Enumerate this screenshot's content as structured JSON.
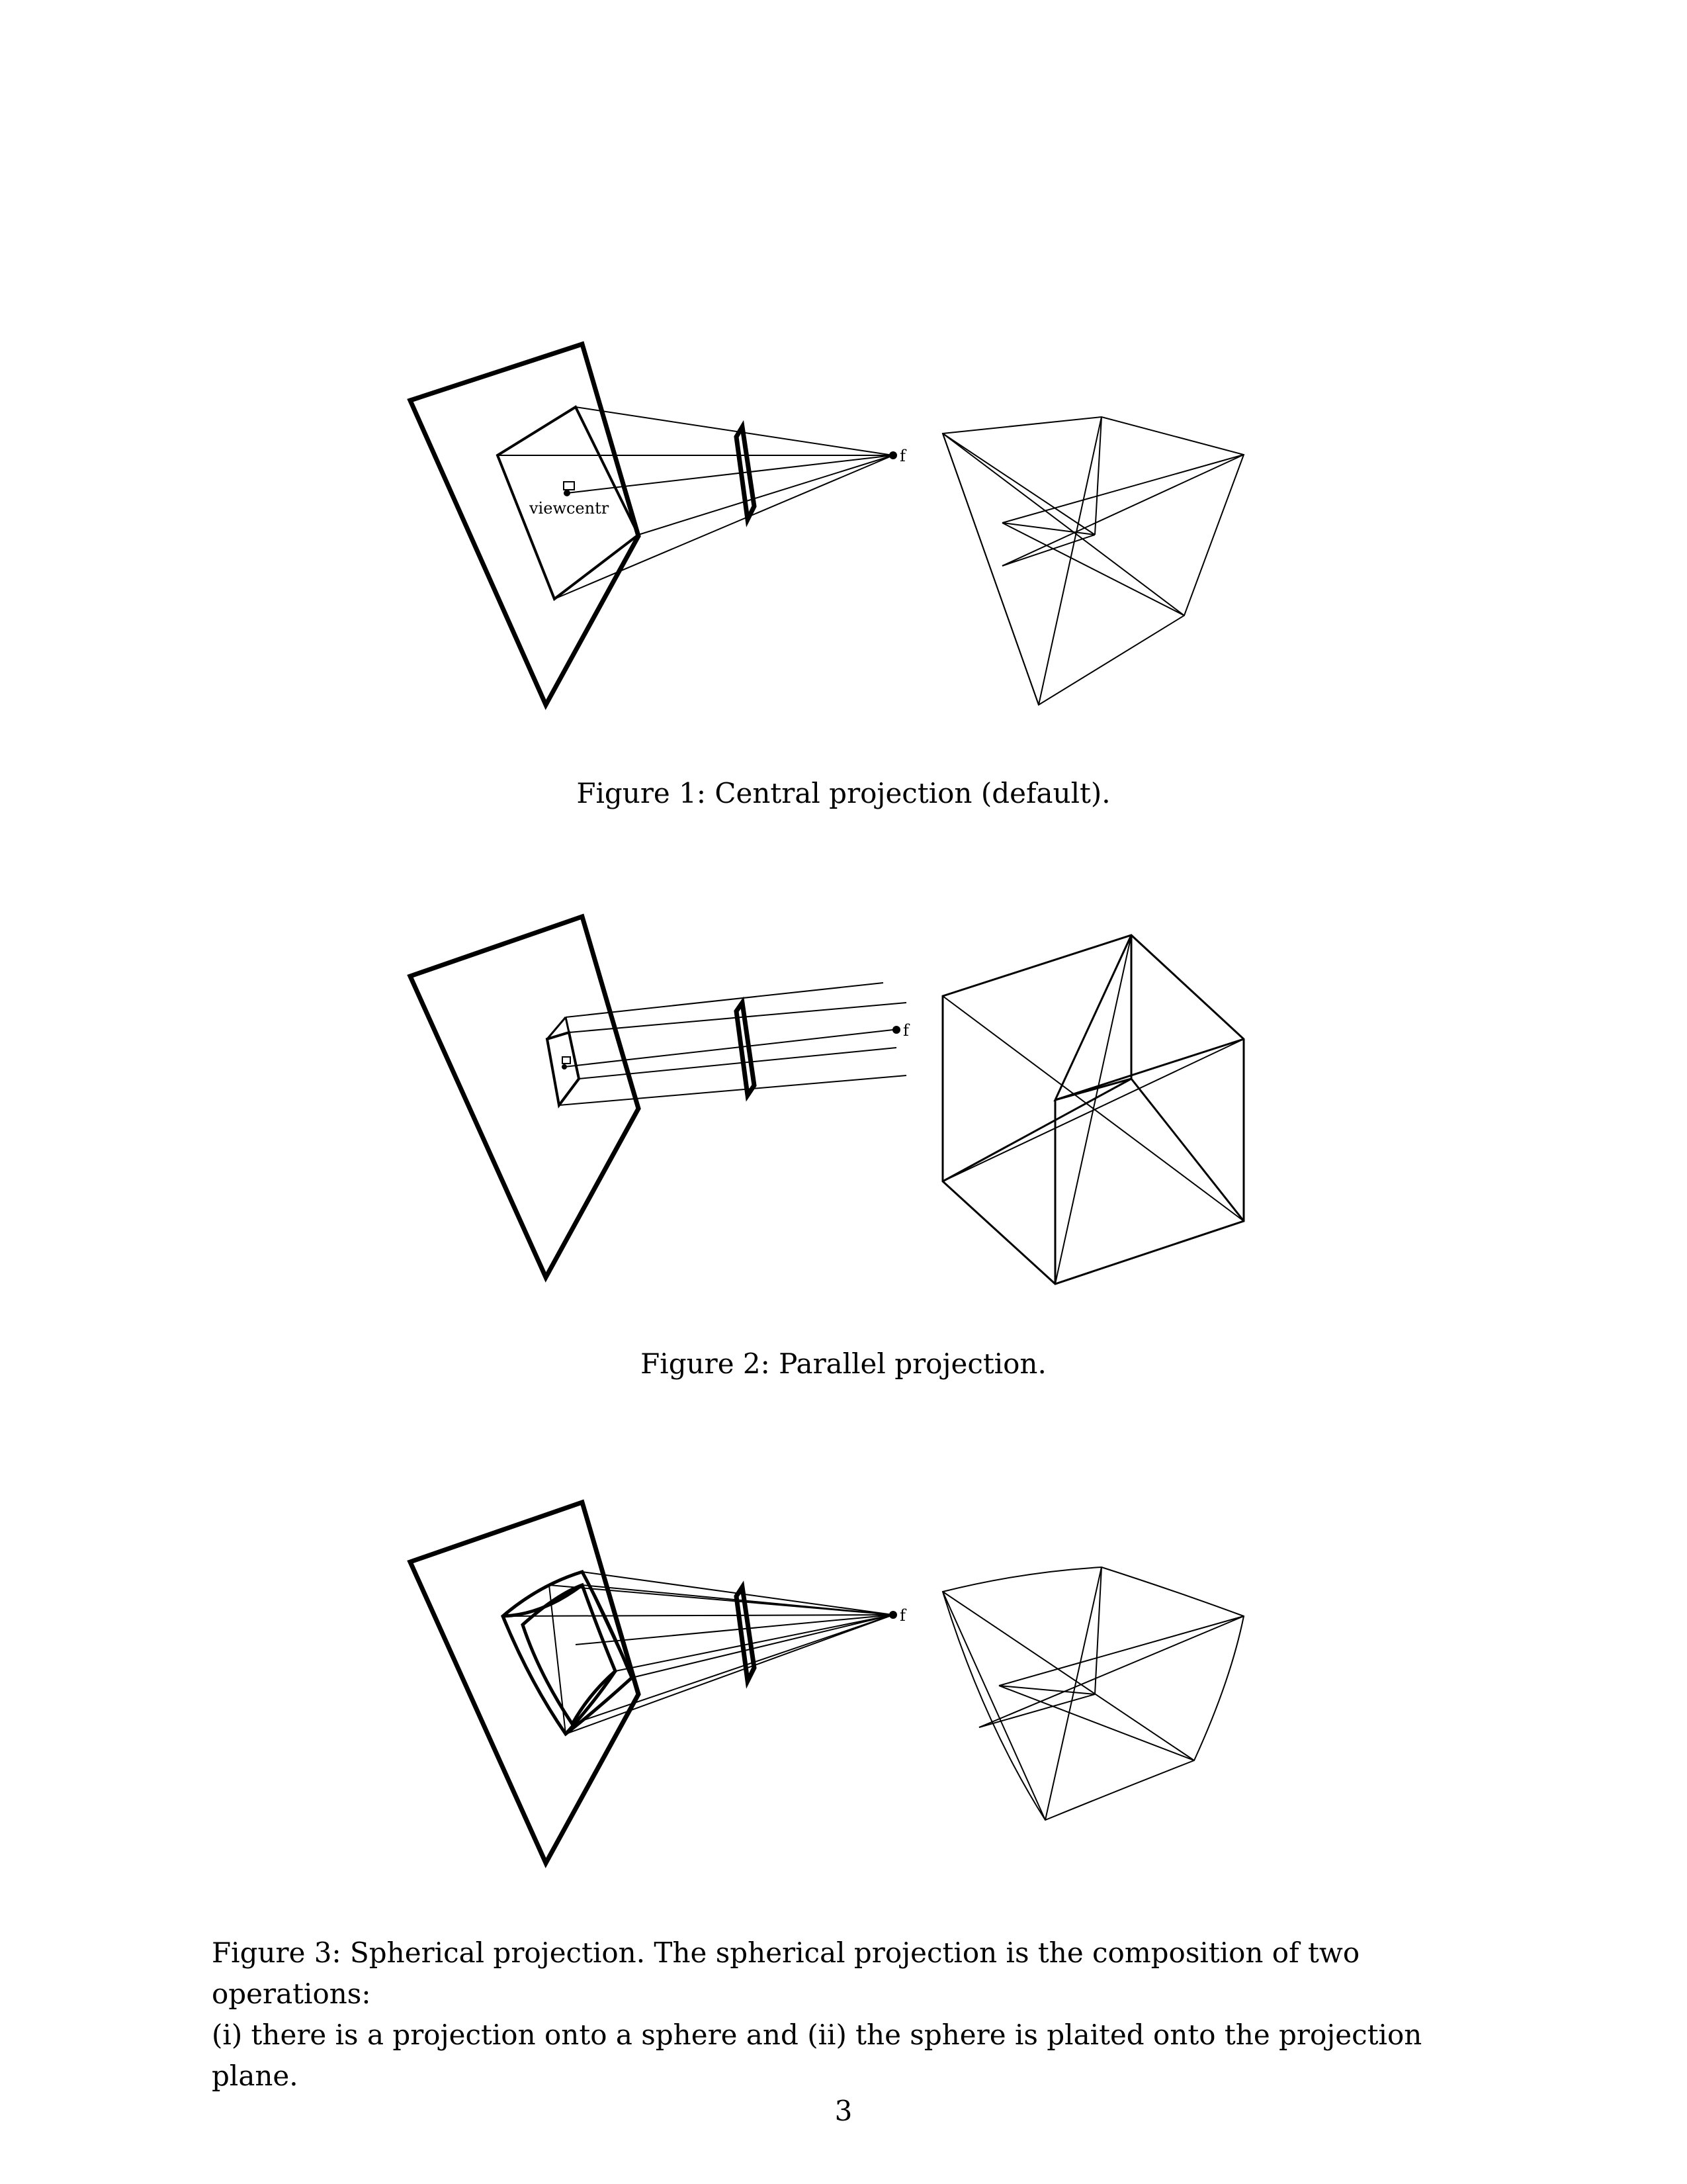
{
  "figures": [
    {
      "id": "figure-1",
      "caption": "Figure 1: Central projection (default).",
      "labels": {
        "focal": "f",
        "viewcentre": "viewcentr"
      }
    },
    {
      "id": "figure-2",
      "caption": "Figure 2: Parallel projection.",
      "labels": {
        "focal": "f"
      }
    },
    {
      "id": "figure-3",
      "caption": "Figure 3: Spherical projection. The spherical projection is the composition of two operations: (i) there is a projection onto a sphere and (ii) the sphere is plaited onto the projection plane.",
      "caption_lines": [
        "Figure 3: Spherical projection. The spherical projection is the composition of two operations:",
        "(i) there is a projection onto a sphere and (ii) the sphere is plaited onto the projection plane."
      ],
      "labels": {
        "focal": "f"
      }
    }
  ],
  "page_number": "3"
}
